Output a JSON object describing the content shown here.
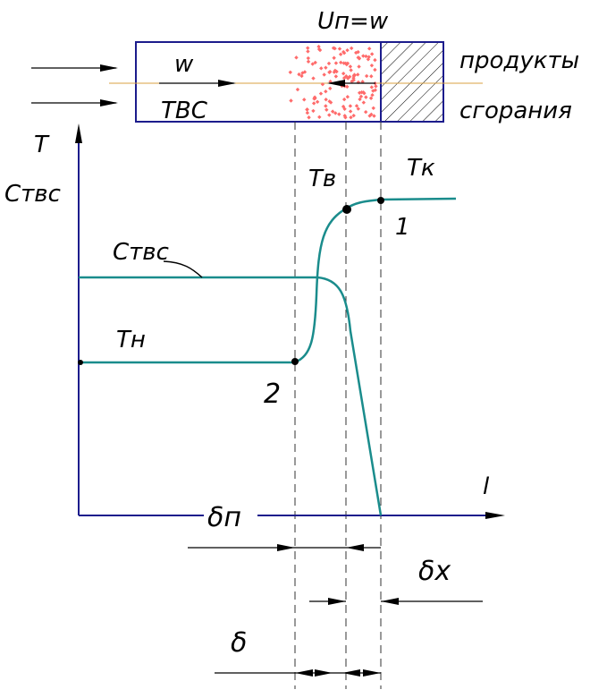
{
  "labels": {
    "un_eq_w": "Uп=w",
    "w": "w",
    "tvs": "ТВС",
    "products1": "продукты",
    "products2": "сгорания",
    "axis_y_T": "T",
    "axis_y_C": "Cтвс",
    "curve_c": "Cтвс",
    "tn": "Tн",
    "tv": "Tв",
    "tk": "Tк",
    "point1": "1",
    "point2": "2",
    "axis_x": "l",
    "delta_p": "δп",
    "delta_x": "δх",
    "delta": "δ"
  },
  "colors": {
    "axis": "#1c1c8c",
    "curve": "#1a8c8c",
    "dots": "#ff6b6b",
    "centerline": "#d9a040",
    "hatch": "#000000"
  }
}
